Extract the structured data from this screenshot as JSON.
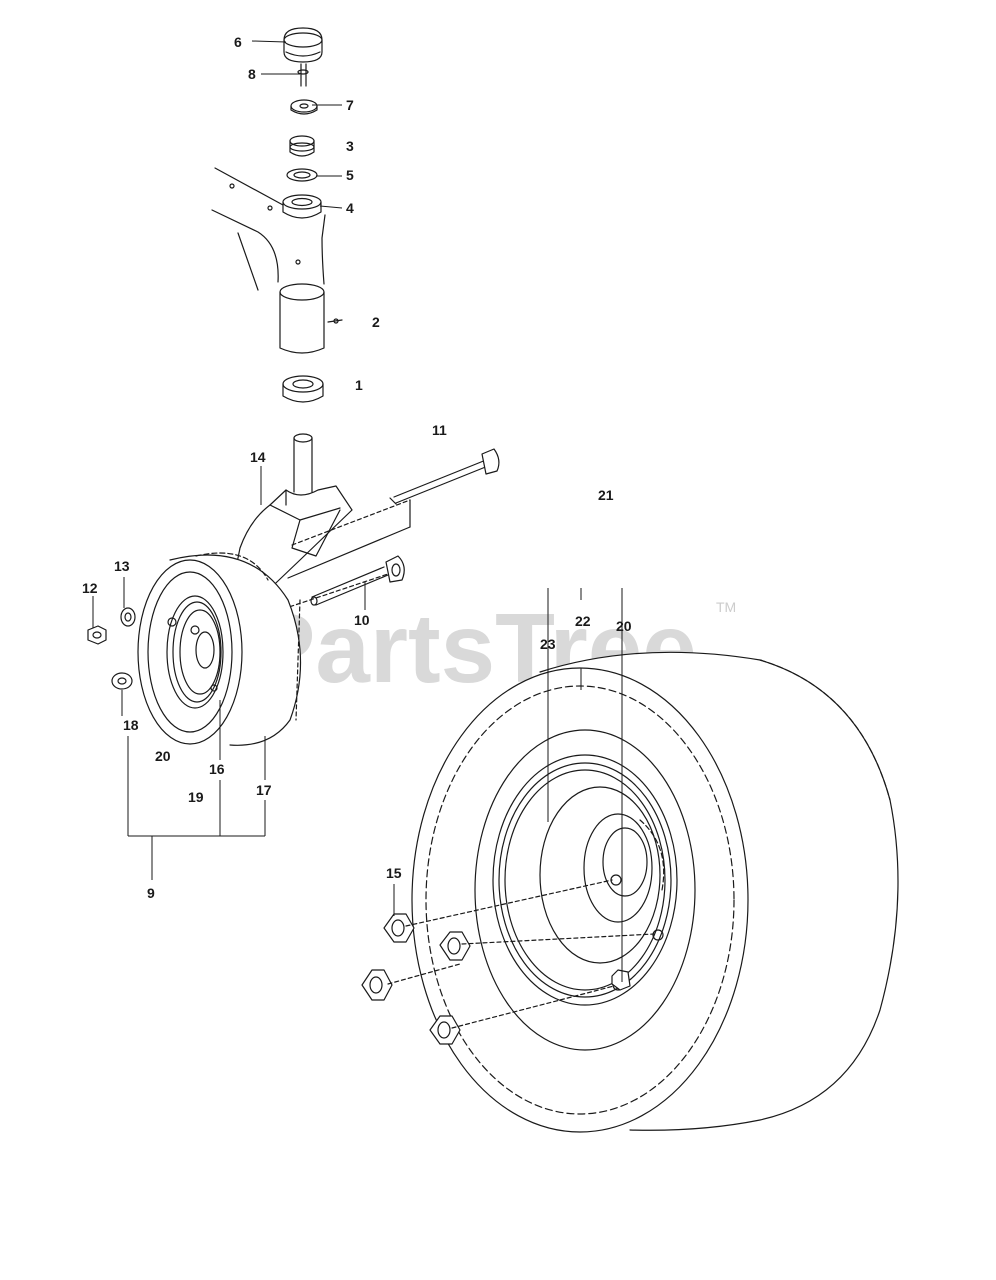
{
  "watermark": {
    "text": "PartsTree",
    "trademark": "TM"
  },
  "labels": [
    {
      "id": "label-6",
      "text": "6"
    },
    {
      "id": "label-8",
      "text": "8"
    },
    {
      "id": "label-7",
      "text": "7"
    },
    {
      "id": "label-3",
      "text": "3"
    },
    {
      "id": "label-5",
      "text": "5"
    },
    {
      "id": "label-4",
      "text": "4"
    },
    {
      "id": "label-2",
      "text": "2"
    },
    {
      "id": "label-1",
      "text": "1"
    },
    {
      "id": "label-11",
      "text": "11"
    },
    {
      "id": "label-14",
      "text": "14"
    },
    {
      "id": "label-21",
      "text": "21"
    },
    {
      "id": "label-13",
      "text": "13"
    },
    {
      "id": "label-12",
      "text": "12"
    },
    {
      "id": "label-10",
      "text": "10"
    },
    {
      "id": "label-22",
      "text": "22"
    },
    {
      "id": "label-23",
      "text": "23"
    },
    {
      "id": "label-20-rear",
      "text": "20"
    },
    {
      "id": "label-18",
      "text": "18"
    },
    {
      "id": "label-20-front",
      "text": "20"
    },
    {
      "id": "label-16",
      "text": "16"
    },
    {
      "id": "label-19",
      "text": "19"
    },
    {
      "id": "label-17",
      "text": "17"
    },
    {
      "id": "label-9",
      "text": "9"
    },
    {
      "id": "label-15",
      "text": "15"
    }
  ]
}
